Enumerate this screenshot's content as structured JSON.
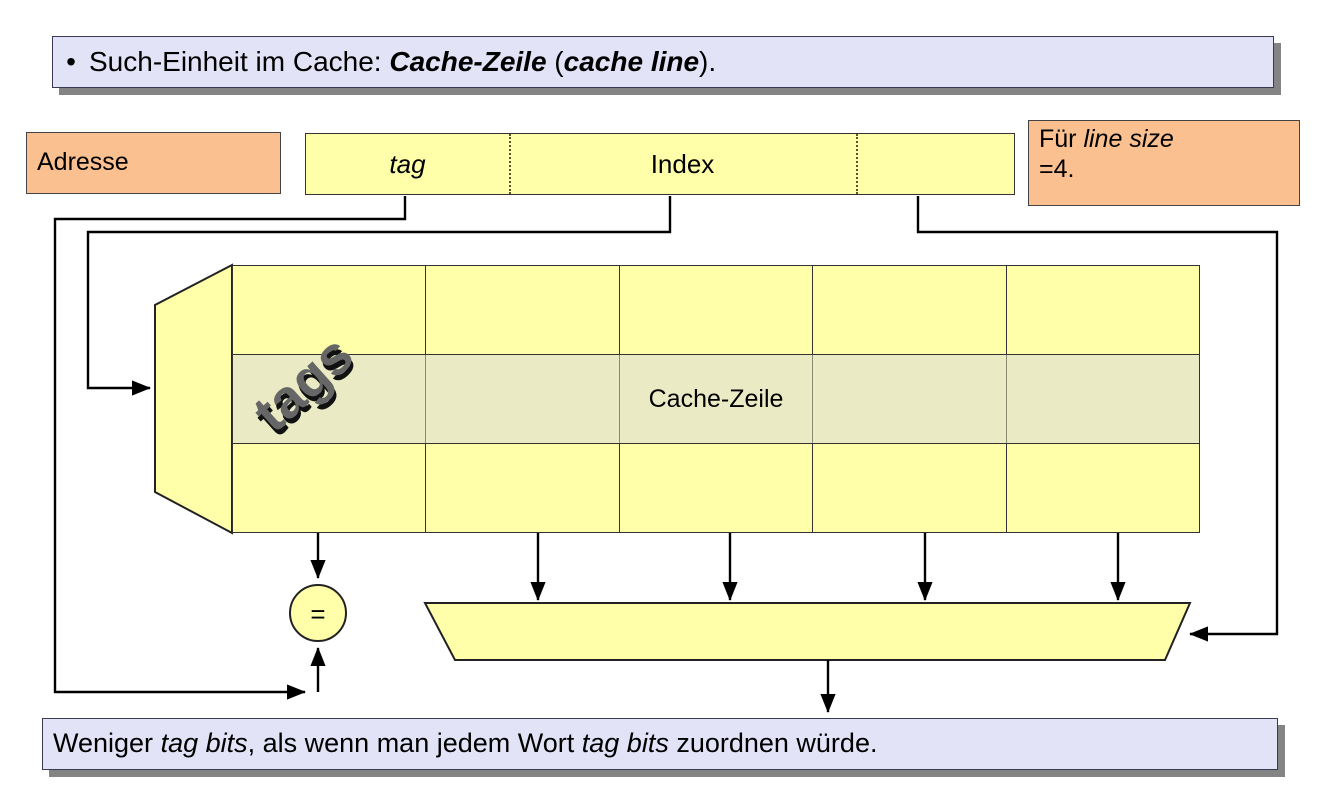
{
  "slide": {
    "bullet": {
      "marker": "•",
      "prefix": "Such-Einheit im Cache: ",
      "emphasis_de": "Cache-Zeile",
      "mid": " (",
      "emphasis_en": "cache line",
      "suffix": ")."
    },
    "note": {
      "part1": "Weniger ",
      "ital1": "tag bits",
      "part2": ", als wenn man jedem Wort ",
      "ital2": "tag bits",
      "part3": " zuordnen würde."
    }
  },
  "address": {
    "label": "Adresse",
    "fields": [
      {
        "name": "tag",
        "label": "tag",
        "italic": true
      },
      {
        "name": "index",
        "label": "Index",
        "italic": false
      },
      {
        "name": "offset",
        "label": "",
        "italic": false
      }
    ]
  },
  "linesize_note": {
    "line1_prefix": "Für ",
    "line1_italic": "line size",
    "line2": "=4."
  },
  "cache": {
    "decoder_name": "decoder",
    "tags_label": "tags",
    "columns": 5,
    "rows": 3,
    "highlight_row_index": 1,
    "cell_label": "Cache-Zeile",
    "cell_label_column_index": 2,
    "comparator_label": "=",
    "mux_name": "multiplexer"
  },
  "colors": {
    "callout_bg": "#E3E3F7",
    "callout_border": "#3A3A55",
    "orange_bg": "#FAC090",
    "cell_yellow": "#FFFFAA",
    "highlight_row": "#EAEBC4",
    "line": "#000000",
    "tags_fill": "#666666"
  }
}
